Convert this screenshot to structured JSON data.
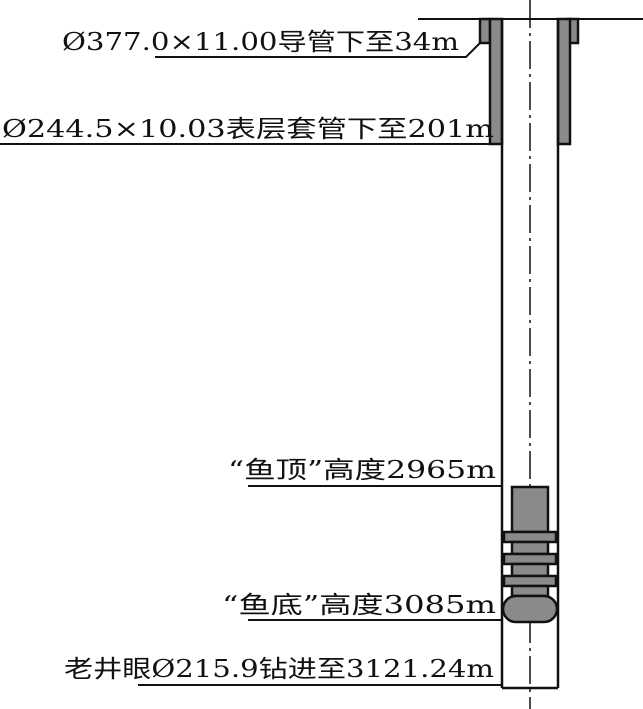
{
  "labels": {
    "conductor": "Ø377.0×11.00导管下至34m",
    "surface_casing": "Ø244.5×10.03表层套管下至201m",
    "fish_top": "“鱼顶”高度2965m",
    "fish_bottom": "“鱼底”高度3085m",
    "old_hole": "老井眼Ø215.9钻进至3121.24m"
  },
  "colors": {
    "line": "#111111",
    "fish": "#8a8a8a",
    "background": "#ffffff"
  }
}
